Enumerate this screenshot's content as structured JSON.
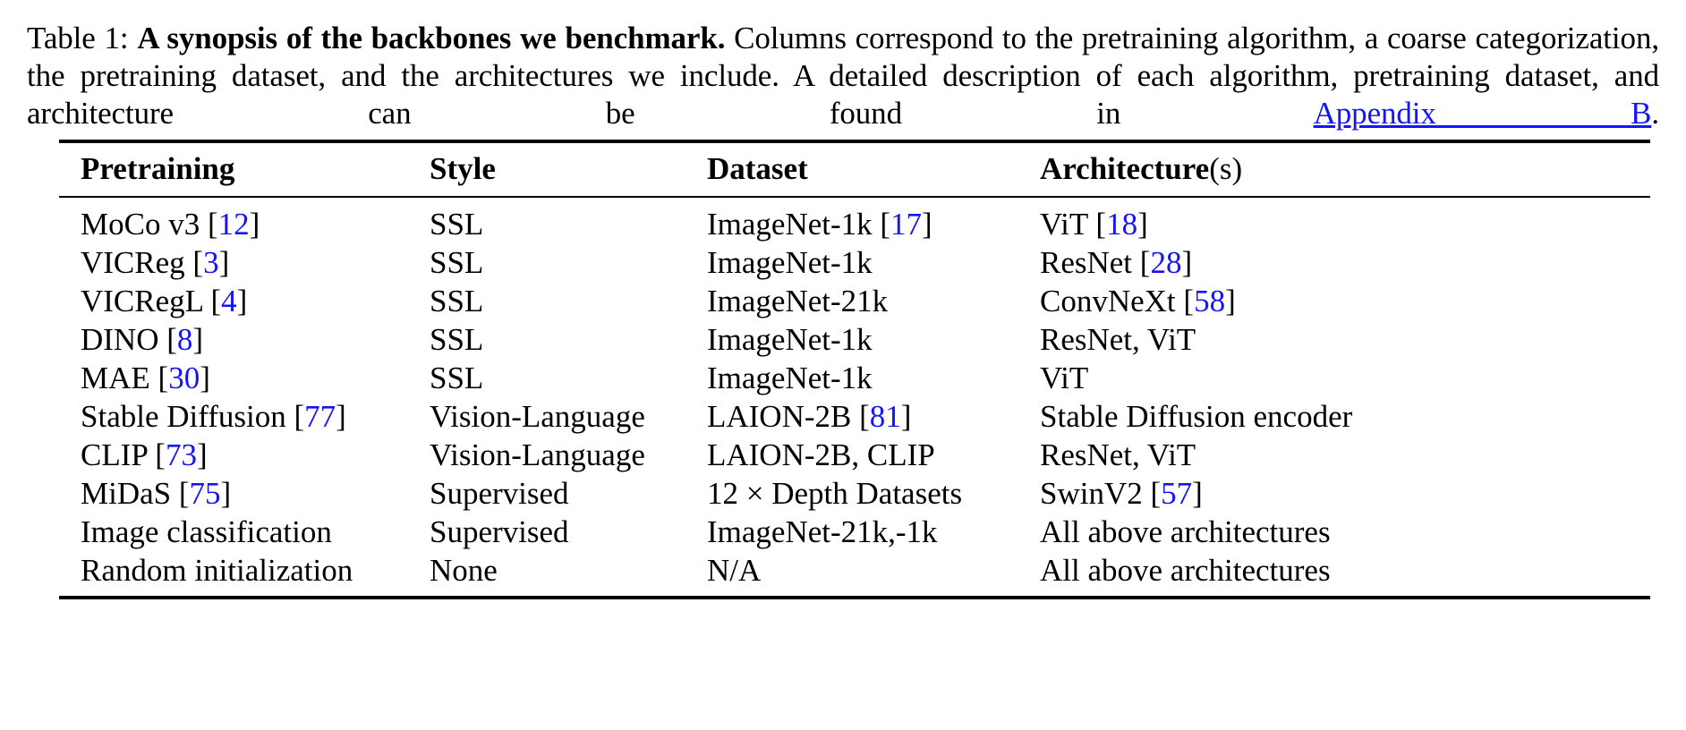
{
  "caption": {
    "label": "Table 1:",
    "bold_title": "A synopsis of the backbones we benchmark.",
    "body_part1": "Columns correspond to the pretraining algorithm, a coarse categorization, the pretraining dataset, and the architectures we include. A detailed description of each algorithm, pretraining dataset, and architecture can be found in",
    "link_text": "Appendix B",
    "body_part2": ".",
    "link_color": "#1414ff"
  },
  "table": {
    "headers": {
      "pretraining": "Pretraining",
      "style": "Style",
      "dataset": "Dataset",
      "architecture_bold": "Architecture",
      "architecture_suffix": "(s)"
    },
    "rows": [
      {
        "pretraining_name": "MoCo v3",
        "pretraining_cite": "12",
        "style": "SSL",
        "dataset_name": "ImageNet-1k",
        "dataset_cite": "17",
        "architecture_name": "ViT",
        "architecture_cite": "18"
      },
      {
        "pretraining_name": "VICReg",
        "pretraining_cite": "3",
        "style": "SSL",
        "dataset_name": "ImageNet-1k",
        "dataset_cite": "",
        "architecture_name": "ResNet",
        "architecture_cite": "28"
      },
      {
        "pretraining_name": "VICRegL",
        "pretraining_cite": "4",
        "style": "SSL",
        "dataset_name": "ImageNet-21k",
        "dataset_cite": "",
        "architecture_name": "ConvNeXt",
        "architecture_cite": "58"
      },
      {
        "pretraining_name": "DINO",
        "pretraining_cite": "8",
        "style": "SSL",
        "dataset_name": "ImageNet-1k",
        "dataset_cite": "",
        "architecture_name": "ResNet, ViT",
        "architecture_cite": ""
      },
      {
        "pretraining_name": "MAE",
        "pretraining_cite": "30",
        "style": "SSL",
        "dataset_name": "ImageNet-1k",
        "dataset_cite": "",
        "architecture_name": "ViT",
        "architecture_cite": ""
      },
      {
        "pretraining_name": "Stable Diffusion",
        "pretraining_cite": "77",
        "style": "Vision-Language",
        "dataset_name": "LAION-2B",
        "dataset_cite": "81",
        "architecture_name": "Stable Diffusion encoder",
        "architecture_cite": ""
      },
      {
        "pretraining_name": "CLIP",
        "pretraining_cite": "73",
        "style": "Vision-Language",
        "dataset_name": "LAION-2B, CLIP",
        "dataset_cite": "",
        "architecture_name": "ResNet, ViT",
        "architecture_cite": ""
      },
      {
        "pretraining_name": "MiDaS",
        "pretraining_cite": "75",
        "style": "Supervised",
        "dataset_name": "12 × Depth Datasets",
        "dataset_cite": "",
        "architecture_name": "SwinV2",
        "architecture_cite": "57"
      },
      {
        "pretraining_name": "Image classification",
        "pretraining_cite": "",
        "style": "Supervised",
        "dataset_name": "ImageNet-21k,-1k",
        "dataset_cite": "",
        "architecture_name": "All above architectures",
        "architecture_cite": ""
      },
      {
        "pretraining_name": "Random initialization",
        "pretraining_cite": "",
        "style": "None",
        "dataset_name": "N/A",
        "dataset_cite": "",
        "architecture_name": "All above architectures",
        "architecture_cite": ""
      }
    ]
  }
}
